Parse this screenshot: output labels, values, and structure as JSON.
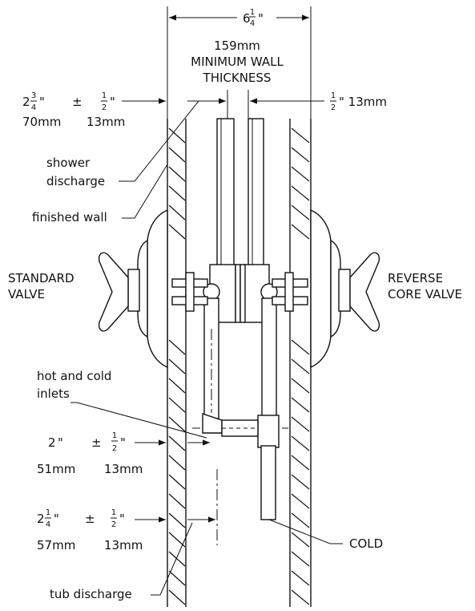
{
  "dimensions": {
    "wall_span": {
      "whole": "6",
      "frac_num": "1",
      "frac_den": "4",
      "unit": "\"",
      "mm": "159mm"
    },
    "min_wall": {
      "line1": "MINIMUM WALL",
      "line2": "THICKNESS"
    },
    "shower_offset": {
      "whole": "2",
      "frac_num": "3",
      "frac_den": "4",
      "unit": "\"",
      "pm": "±",
      "tol_num": "1",
      "tol_den": "2",
      "tol_unit": "\"",
      "mm": "70mm",
      "tol_mm": "13mm"
    },
    "right_gap": {
      "frac_num": "1",
      "frac_den": "2",
      "unit": "\" 13mm"
    },
    "inlet_offset": {
      "whole": "2",
      "unit": "\"",
      "pm": "±",
      "tol_num": "1",
      "tol_den": "2",
      "tol_unit": "\"",
      "mm": "51mm",
      "tol_mm": "13mm"
    },
    "tub_offset": {
      "whole": "2",
      "frac_num": "1",
      "frac_den": "4",
      "unit": "\"",
      "pm": "±",
      "tol_num": "1",
      "tol_den": "2",
      "tol_unit": "\"",
      "mm": "57mm",
      "tol_mm": "13mm"
    }
  },
  "labels": {
    "shower_discharge": {
      "line1": "shower",
      "line2": "discharge"
    },
    "finished_wall": "finished wall",
    "standard_valve": {
      "line1": "STANDARD",
      "line2": "VALVE"
    },
    "reverse_valve": {
      "line1": "REVERSE",
      "line2": "CORE VALVE"
    },
    "inlets": {
      "line1": "hot and cold",
      "line2": "inlets"
    },
    "cold": "COLD",
    "tub_discharge": "tub discharge"
  }
}
